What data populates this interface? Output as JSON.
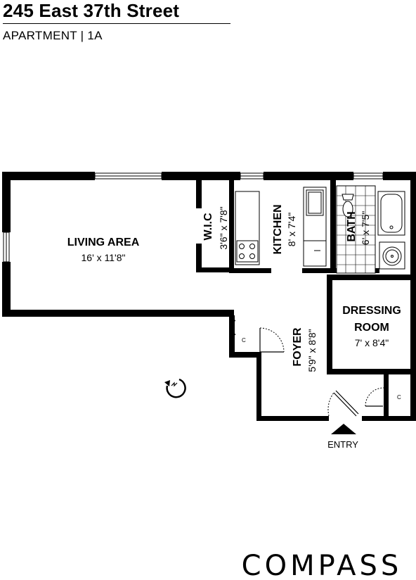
{
  "header": {
    "title": "245 East 37th Street",
    "subtitle": "APARTMENT | 1A"
  },
  "rooms": {
    "living": {
      "name": "LIVING AREA",
      "dims": "16' x 11'8\""
    },
    "wic": {
      "name": "W.I.C",
      "dims": "3'6\" x 7'8\""
    },
    "kitchen": {
      "name": "KITCHEN",
      "dims": "8' x 7'4\""
    },
    "bath": {
      "name": "BATH",
      "dims": "6' x 7'5\""
    },
    "dressing": {
      "name": "DRESSING",
      "name2": "ROOM",
      "dims": "7' x 8'4\""
    },
    "foyer": {
      "name": "FOYER",
      "dims": "5'9\" x 8'8\""
    }
  },
  "closet_marks": {
    "left": "C",
    "right": "C"
  },
  "entry": {
    "label": "ENTRY"
  },
  "brand": {
    "name": "COMPASS"
  },
  "colors": {
    "wall": "#000000",
    "background": "#ffffff"
  }
}
